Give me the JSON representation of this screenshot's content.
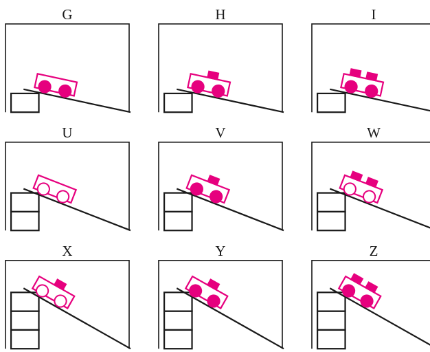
{
  "colors": {
    "cart": "#e6007e",
    "line": "#1a1a1a",
    "background": "#ffffff"
  },
  "panels": [
    {
      "label": "G",
      "blocks": 1,
      "cargo": 0,
      "wheels": "solid"
    },
    {
      "label": "H",
      "blocks": 1,
      "cargo": 1,
      "wheels": "solid"
    },
    {
      "label": "I",
      "blocks": 1,
      "cargo": 2,
      "wheels": "solid"
    },
    {
      "label": "U",
      "blocks": 2,
      "cargo": 0,
      "wheels": "hollow"
    },
    {
      "label": "V",
      "blocks": 2,
      "cargo": 1,
      "wheels": "solid"
    },
    {
      "label": "W",
      "blocks": 2,
      "cargo": 2,
      "wheels": "hollow"
    },
    {
      "label": "X",
      "blocks": 3,
      "cargo": 1,
      "wheels": "hollow"
    },
    {
      "label": "Y",
      "blocks": 3,
      "cargo": 1,
      "wheels": "solid"
    },
    {
      "label": "Z",
      "blocks": 3,
      "cargo": 2,
      "wheels": "solid"
    }
  ]
}
